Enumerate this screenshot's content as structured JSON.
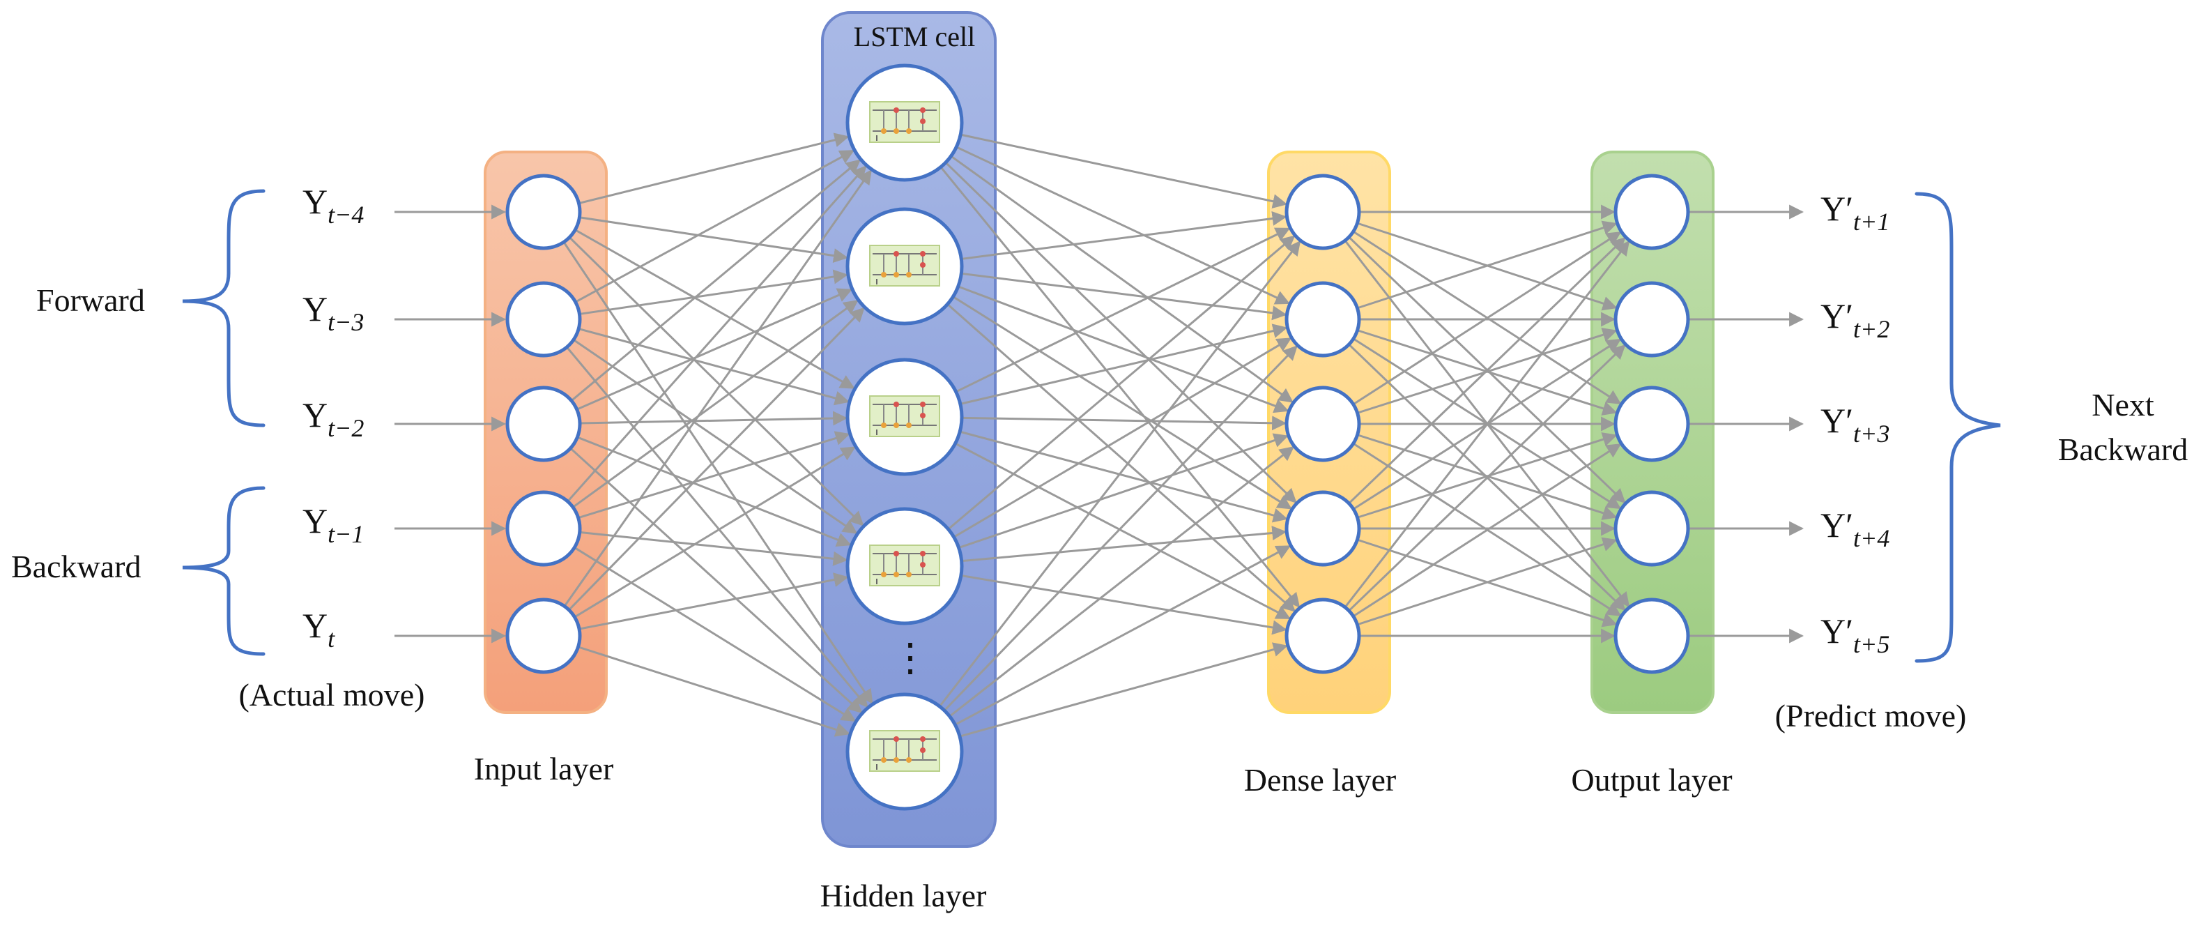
{
  "groups": {
    "forward": "Forward",
    "backward": "Backward",
    "next_backward_line1": "Next",
    "next_backward_line2": "Backward"
  },
  "inputs": [
    {
      "base": "Y",
      "sub": "t−4"
    },
    {
      "base": "Y",
      "sub": "t−3"
    },
    {
      "base": "Y",
      "sub": "t−2"
    },
    {
      "base": "Y",
      "sub": "t−1"
    },
    {
      "base": "Y",
      "sub": "t"
    }
  ],
  "outputs": [
    {
      "base": "Y′",
      "sub": "t+1"
    },
    {
      "base": "Y′",
      "sub": "t+2"
    },
    {
      "base": "Y′",
      "sub": "t+3"
    },
    {
      "base": "Y′",
      "sub": "t+4"
    },
    {
      "base": "Y′",
      "sub": "t+5"
    }
  ],
  "notes": {
    "actual_move": "(Actual move)",
    "predict_move": "(Predict move)",
    "ellipsis": "⋮"
  },
  "layers": {
    "input": {
      "label": "Input layer",
      "color": "#F4A582"
    },
    "hidden": {
      "label": "Hidden layer",
      "cell_label": "LSTM cell",
      "color": "#8FA3DC"
    },
    "dense": {
      "label": "Dense layer",
      "color": "#FFD98A"
    },
    "output": {
      "label": "Output layer",
      "color": "#A9D18E"
    }
  },
  "colors": {
    "node_stroke": "#4472C4",
    "brace": "#4472C4",
    "edge": "#9A9A9A"
  }
}
